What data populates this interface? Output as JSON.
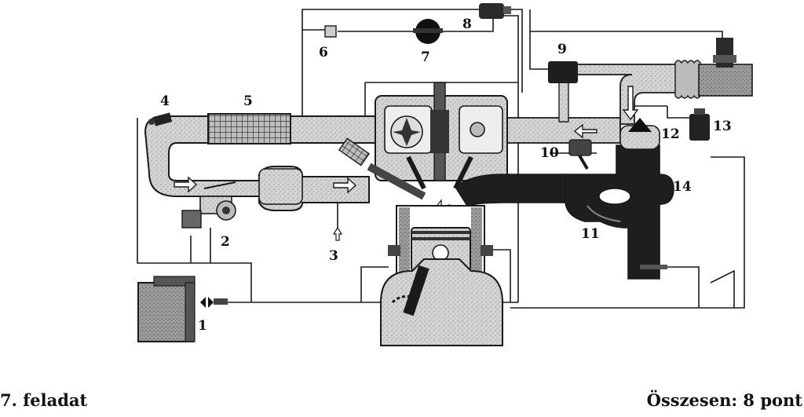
{
  "labels": {
    "l1": "1",
    "l2": "2",
    "l3": "3",
    "l4": "4",
    "l5": "5",
    "l6": "6",
    "l7": "7",
    "l8": "8",
    "l9": "9",
    "l10": "10",
    "l11": "11",
    "l12": "12",
    "l13": "13",
    "l14": "14"
  },
  "footer": {
    "task": "7. feladat",
    "total": "Összesen: 8 pont"
  },
  "colors": {
    "line": "#1a1a1a",
    "pipe": "#c9c9c9",
    "dark": "#1e1e1e",
    "mid": "#8a8a8a"
  }
}
